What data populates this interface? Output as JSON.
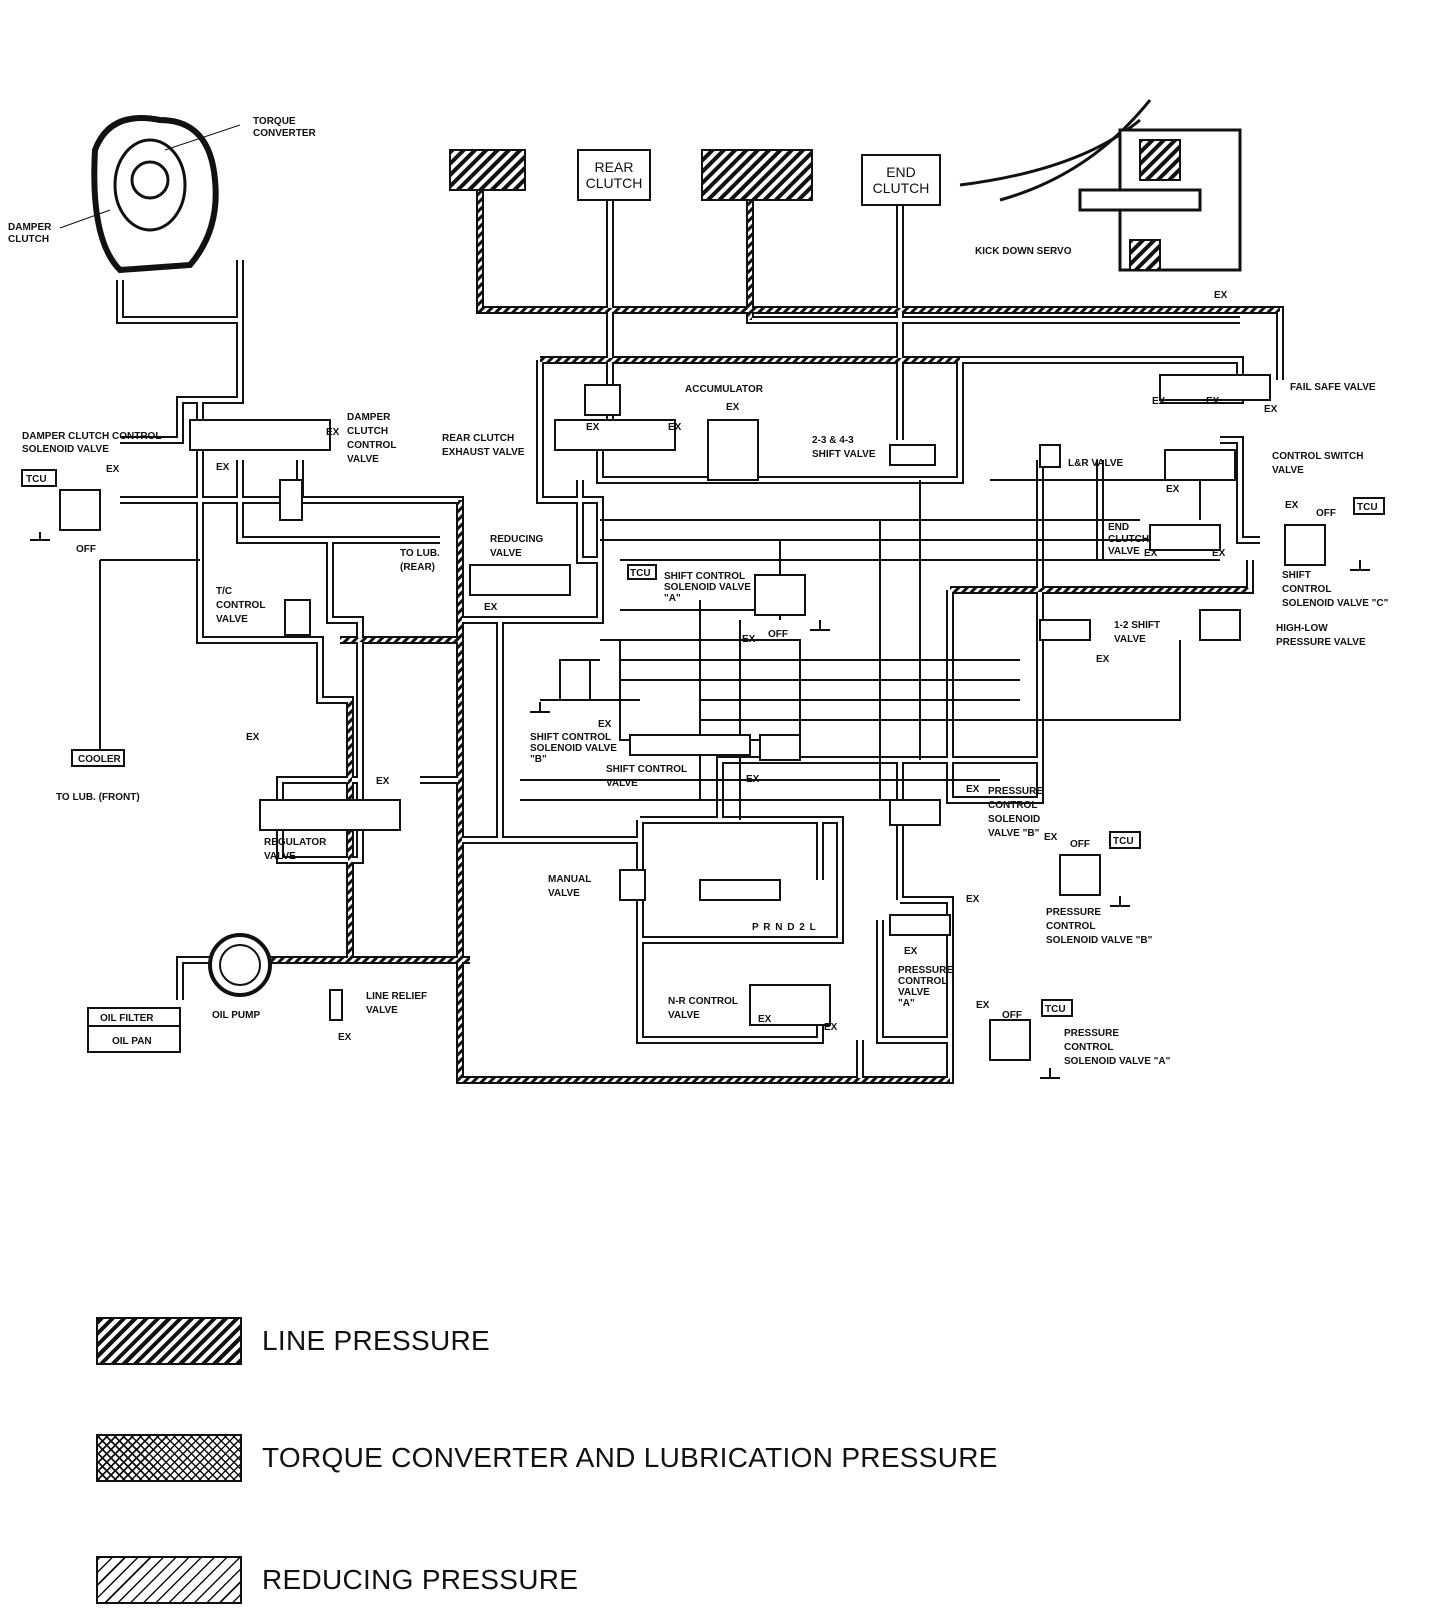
{
  "diagram": {
    "labels": {
      "torque_converter": [
        "TORQUE",
        "CONVERTER"
      ],
      "damper_clutch": [
        "DAMPER",
        "CLUTCH"
      ],
      "rear_clutch": [
        "REAR",
        "CLUTCH"
      ],
      "end_clutch": [
        "END",
        "CLUTCH"
      ],
      "kick_down_servo": "KICK DOWN SERVO",
      "fail_safe_valve": "FAIL SAFE VALVE",
      "damper_clutch_control_valve": [
        "DAMPER",
        "CLUTCH",
        "CONTROL",
        "VALVE"
      ],
      "damper_clutch_control_solenoid": [
        "DAMPER CLUTCH CONTROL",
        "SOLENOID VALVE"
      ],
      "accumulator": "ACCUMULATOR",
      "rear_clutch_exhaust_valve": [
        "REAR CLUTCH",
        "EXHAUST VALVE"
      ],
      "shift_valve_23_43": [
        "2-3 & 4-3",
        "SHIFT VALVE"
      ],
      "lr_valve": "L&R VALVE",
      "control_switch_valve": [
        "CONTROL SWITCH",
        "VALVE"
      ],
      "end_clutch_valve": [
        "END",
        "CLUTCH",
        "VALVE"
      ],
      "shift_control_solenoid_c": [
        "SHIFT",
        "CONTROL",
        "SOLENOID VALVE \"C\""
      ],
      "to_lub_rear": [
        "TO LUB.",
        "(REAR)"
      ],
      "reducing_valve": [
        "REDUCING",
        "VALVE"
      ],
      "shift_control_solenoid_a": [
        "SHIFT CONTROL",
        "SOLENOID VALVE",
        "\"A\""
      ],
      "tc_control_valve": [
        "T/C",
        "CONTROL",
        "VALVE"
      ],
      "shift_valve_12": [
        "1-2 SHIFT",
        "VALVE"
      ],
      "high_low_pressure_valve": [
        "HIGH-LOW",
        "PRESSURE VALVE"
      ],
      "shift_control_solenoid_b": [
        "SHIFT CONTROL",
        "SOLENOID VALVE",
        "\"B\""
      ],
      "shift_control_valve": [
        "SHIFT CONTROL",
        "VALVE"
      ],
      "cooler": "COOLER",
      "to_lub_front": "TO LUB. (FRONT)",
      "regulator_valve": [
        "REGULATOR",
        "VALVE"
      ],
      "pressure_control_solenoid_b_top": [
        "PRESSURE",
        "CONTROL",
        "SOLENOID",
        "VALVE \"B\""
      ],
      "pressure_control_solenoid_b": [
        "PRESSURE",
        "CONTROL",
        "SOLENOID VALVE \"B\""
      ],
      "manual_valve": [
        "MANUAL",
        "VALVE"
      ],
      "selector": "P R N D 2 L",
      "pressure_control_valve_a": [
        "PRESSURE",
        "CONTROL",
        "VALVE",
        "\"A\""
      ],
      "nr_control_valve": [
        "N-R CONTROL",
        "VALVE"
      ],
      "line_relief_valve": [
        "LINE RELIEF",
        "VALVE"
      ],
      "oil_filter": "OIL FILTER",
      "oil_pan": "OIL PAN",
      "oil_pump": "OIL PUMP",
      "pressure_control_solenoid_a": [
        "PRESSURE",
        "CONTROL",
        "SOLENOID VALVE \"A\""
      ],
      "tcu": "TCU",
      "ex": "EX",
      "off": "OFF"
    }
  },
  "legend": {
    "items": [
      {
        "label": "LINE PRESSURE",
        "pattern": "line"
      },
      {
        "label": "TORQUE CONVERTER AND LUBRICATION PRESSURE",
        "pattern": "tc"
      },
      {
        "label": "REDUCING PRESSURE",
        "pattern": "reducing"
      }
    ]
  }
}
